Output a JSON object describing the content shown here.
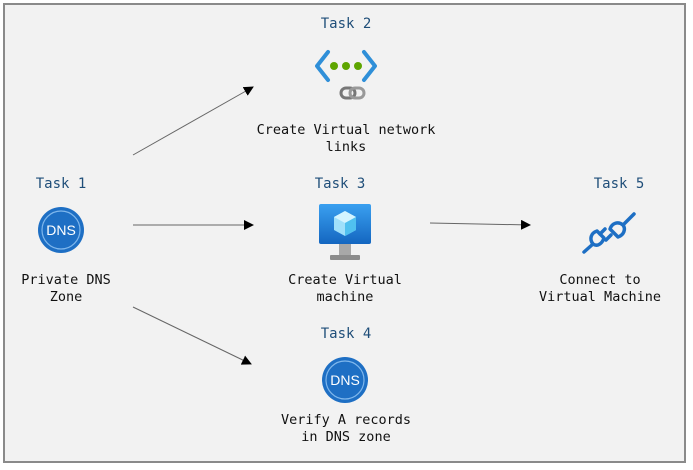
{
  "tasks": {
    "task1": {
      "label": "Task 1",
      "caption_line1": "Private DNS",
      "caption_line2": "Zone",
      "icon": "dns-icon",
      "icon_text": "DNS"
    },
    "task2": {
      "label": "Task 2",
      "caption_line1": "Create Virtual network",
      "caption_line2": "links",
      "icon": "virtual-network-link-icon"
    },
    "task3": {
      "label": "Task 3",
      "caption_line1": "Create Virtual",
      "caption_line2": "machine",
      "icon": "virtual-machine-icon"
    },
    "task4": {
      "label": "Task 4",
      "caption_line1": "Verify A records",
      "caption_line2": "in DNS zone",
      "icon": "dns-icon",
      "icon_text": "DNS"
    },
    "task5": {
      "label": "Task 5",
      "caption_line1": "Connect to",
      "caption_line2": "Virtual Machine",
      "icon": "connection-plug-icon"
    }
  },
  "colors": {
    "task_label": "#1f4e79",
    "dns_blue": "#1e6fc4",
    "network_blue": "#2f8fd8",
    "network_green": "#5ea500",
    "arrow": "#555555",
    "frame_bg": "#f2f2f2",
    "frame_border": "#8a8a8a"
  }
}
